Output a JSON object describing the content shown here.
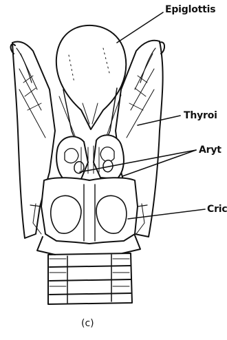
{
  "figure": {
    "labels": {
      "epiglottis": "Epiglottis",
      "thyroid": "Thyroi",
      "arytenoid": "Aryt",
      "cricoid": "Cric"
    },
    "caption": "(c)"
  }
}
